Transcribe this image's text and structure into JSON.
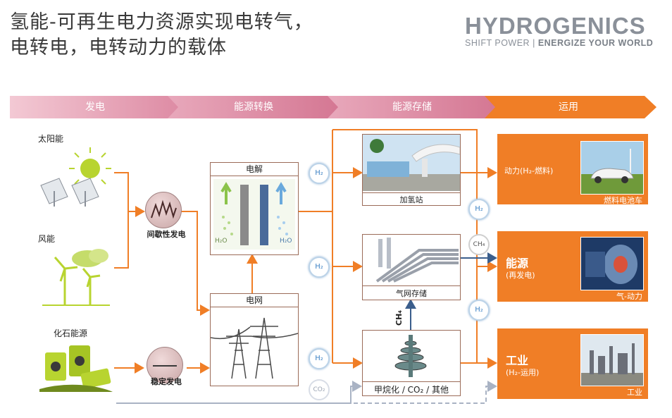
{
  "title": {
    "line1": "氢能-可再生电力资源实现电转气，",
    "line2": "电转电，电转动力的载体"
  },
  "logo": {
    "name": "HYDROGENICS",
    "tagline_left": "SHIFT POWER",
    "tagline_sep": "|",
    "tagline_right": "ENERGIZE YOUR WORLD"
  },
  "stages": [
    "发电",
    "能源转换",
    "能源存储",
    "运用"
  ],
  "sources": {
    "solar": "太阳能",
    "wind": "风能",
    "fossil": "化石能源"
  },
  "generation": {
    "intermittent": "间歇性发电",
    "stable": "稳定发电"
  },
  "conversion": {
    "electrolysis": "电解",
    "grid": "电网",
    "h2o_left": "H₂O",
    "h2o_right": "H₂O"
  },
  "storage": {
    "station": "加氢站",
    "gas_grid": "气网存储",
    "methanation": "甲烷化 / CO₂ / 其他",
    "ch4_label": "CH₄"
  },
  "markers": {
    "h2": "H₂",
    "ch4": "CH₄",
    "co2": "CO₂"
  },
  "uses": {
    "mobility_title": "动力(H₂-燃料)",
    "mobility_caption": "燃料电池车",
    "energy_title": "能源",
    "energy_sub": "(再发电)",
    "energy_caption": "气-动力",
    "industry_title": "工业",
    "industry_sub": "(H₂-运用)",
    "industry_caption": "工业"
  },
  "colors": {
    "orange": "#f07e26",
    "stage_pink": "#e9a1b4",
    "stage_pink_dark": "#d97c97",
    "line_orange": "#f07e26",
    "box_border": "#9b6b58",
    "h2_blue": "#3d82c4"
  }
}
